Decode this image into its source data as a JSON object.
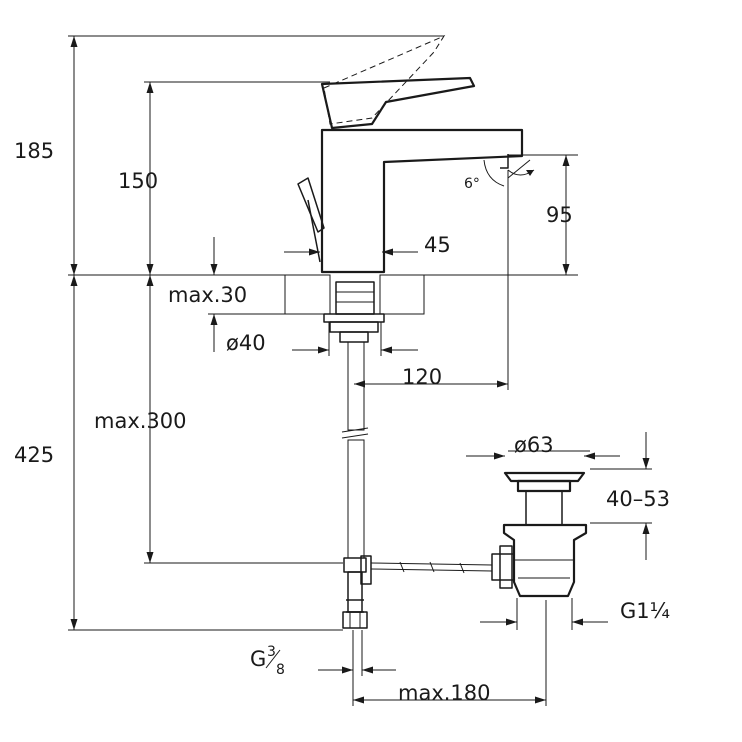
{
  "colors": {
    "line": "#1a1a1a",
    "background": "#ffffff"
  },
  "dimensions": {
    "total_height_above": "185",
    "lever_height": "150",
    "spout_height": "95",
    "body_width": "45",
    "spout_angle": "6°",
    "max_deck_thickness": "max.30",
    "hole_diameter": "ø40",
    "spout_reach": "120",
    "max_hose_length": "max.300",
    "total_height_below": "425",
    "waste_cap_diameter": "ø63",
    "waste_adjust_range": "40–53",
    "waste_thread": "G1¼",
    "hose_thread_prefix": "G",
    "hose_thread_num": "3",
    "hose_thread_den": "8",
    "max_rod_reach": "max.180"
  }
}
